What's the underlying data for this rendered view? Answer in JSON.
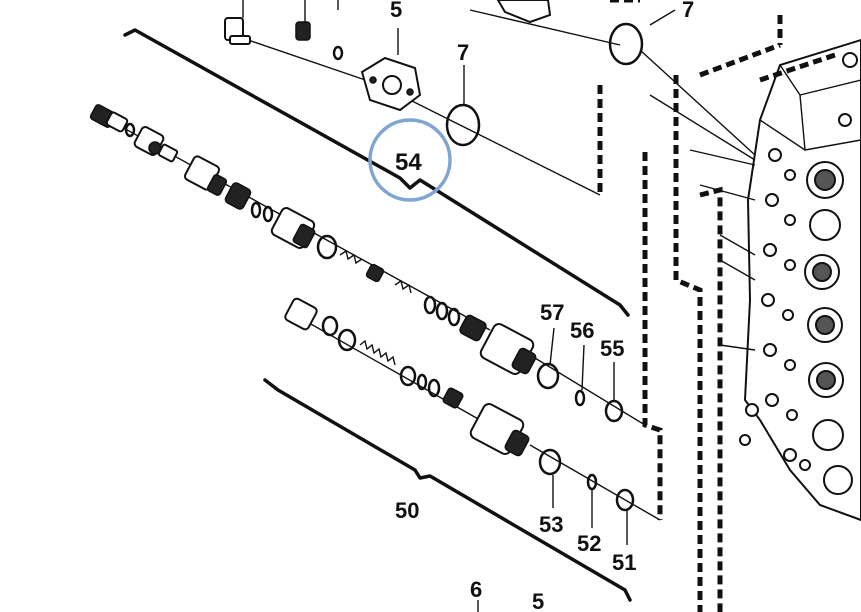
{
  "diagram": {
    "callouts": [
      {
        "id": "c5-top",
        "text": "5"
      },
      {
        "id": "c7-right",
        "text": "7"
      },
      {
        "id": "c7-mid",
        "text": "7"
      },
      {
        "id": "c54",
        "text": "54"
      },
      {
        "id": "c57",
        "text": "57"
      },
      {
        "id": "c56",
        "text": "56"
      },
      {
        "id": "c55",
        "text": "55"
      },
      {
        "id": "c50",
        "text": "50"
      },
      {
        "id": "c53",
        "text": "53"
      },
      {
        "id": "c52",
        "text": "52"
      },
      {
        "id": "c51",
        "text": "51"
      },
      {
        "id": "c6-bottom",
        "text": "6"
      },
      {
        "id": "c5-bottom",
        "text": "5"
      }
    ],
    "highlight_color": "#7fa6d2",
    "line_color": "#111111"
  }
}
